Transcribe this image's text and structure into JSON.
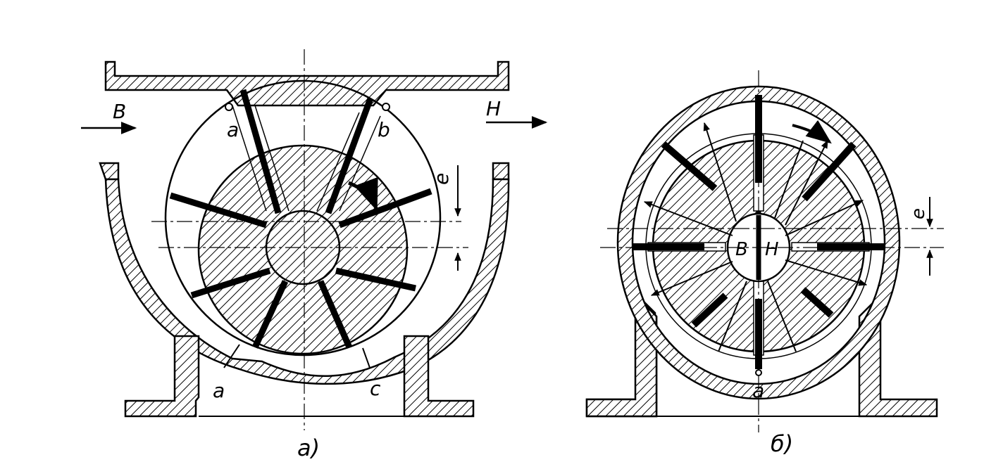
{
  "figure_a": {
    "caption": "а)",
    "port_in": "В",
    "port_out": "Н",
    "point_a_top": "а",
    "point_b_top": "b",
    "eccentricity": "е",
    "point_a_bottom": "а",
    "point_c_bottom": "с"
  },
  "figure_b": {
    "caption": "б)",
    "port_in": "В",
    "port_out": "Н",
    "eccentricity": "е",
    "point_a_bottom": "а"
  }
}
